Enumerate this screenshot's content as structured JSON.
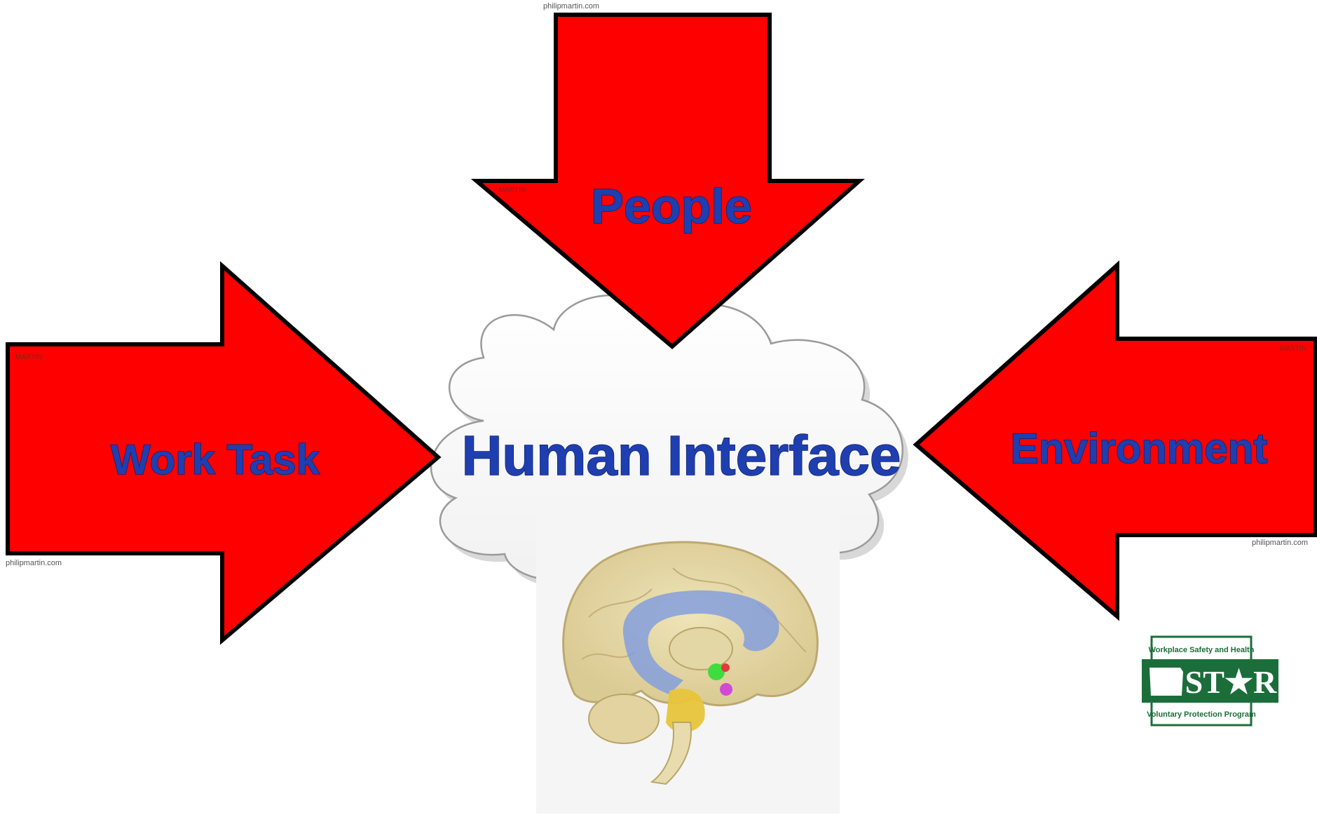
{
  "arrows": {
    "top": {
      "label": "People",
      "credit": "philipmartin.com",
      "mark": "MARTIN"
    },
    "left": {
      "label": "Work Task",
      "credit": "philipmartin.com",
      "mark": "MARTIN"
    },
    "right": {
      "label": "Environment",
      "credit": "philipmartin.com",
      "mark": "MARTIN"
    }
  },
  "center": {
    "label": "Human Interface"
  },
  "logo": {
    "top_text": "Workplace Safety and Health",
    "main_text": "ST★R",
    "bottom_text": "Voluntary Protection Program"
  },
  "colors": {
    "arrow_fill": "#ff0000",
    "arrow_outline": "#000000",
    "label_text": "#1f3fb0",
    "logo_green": "#1b6e3a"
  }
}
